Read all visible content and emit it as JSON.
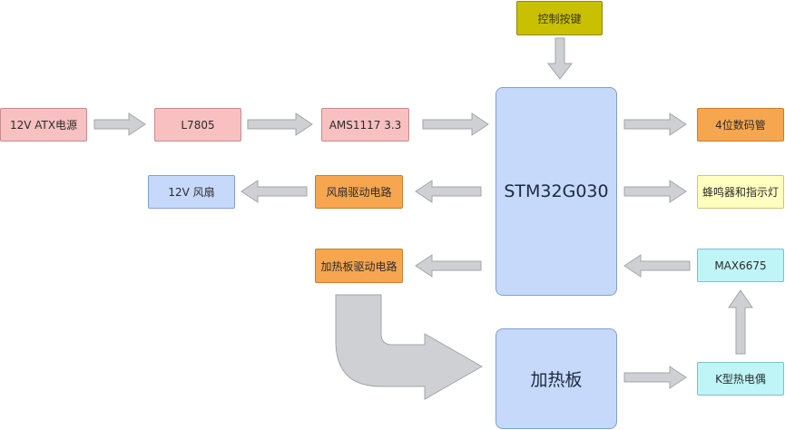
{
  "nodes": {
    "control_keys": "控制按键",
    "atx_power": "12V ATX电源",
    "l7805": "L7805",
    "ams1117": "AMS1117 3.3",
    "mcu": "STM32G030",
    "display": "4位数码管",
    "fan": "12V 风扇",
    "fan_driver": "风扇驱动电路",
    "buzzer_led": "蜂鸣器和指示灯",
    "heater_driver": "加热板驱动电路",
    "max6675": "MAX6675",
    "heater_plate": "加热板",
    "thermocouple": "K型热电偶"
  },
  "colors": {
    "pink": "#f8c0c0",
    "orange": "#f7a650",
    "blue": "#c6d9fb",
    "yellow": "#ffffbf",
    "cyan": "#bff5f7",
    "olive": "#c8c000",
    "arrow": "#cfd0d3"
  }
}
